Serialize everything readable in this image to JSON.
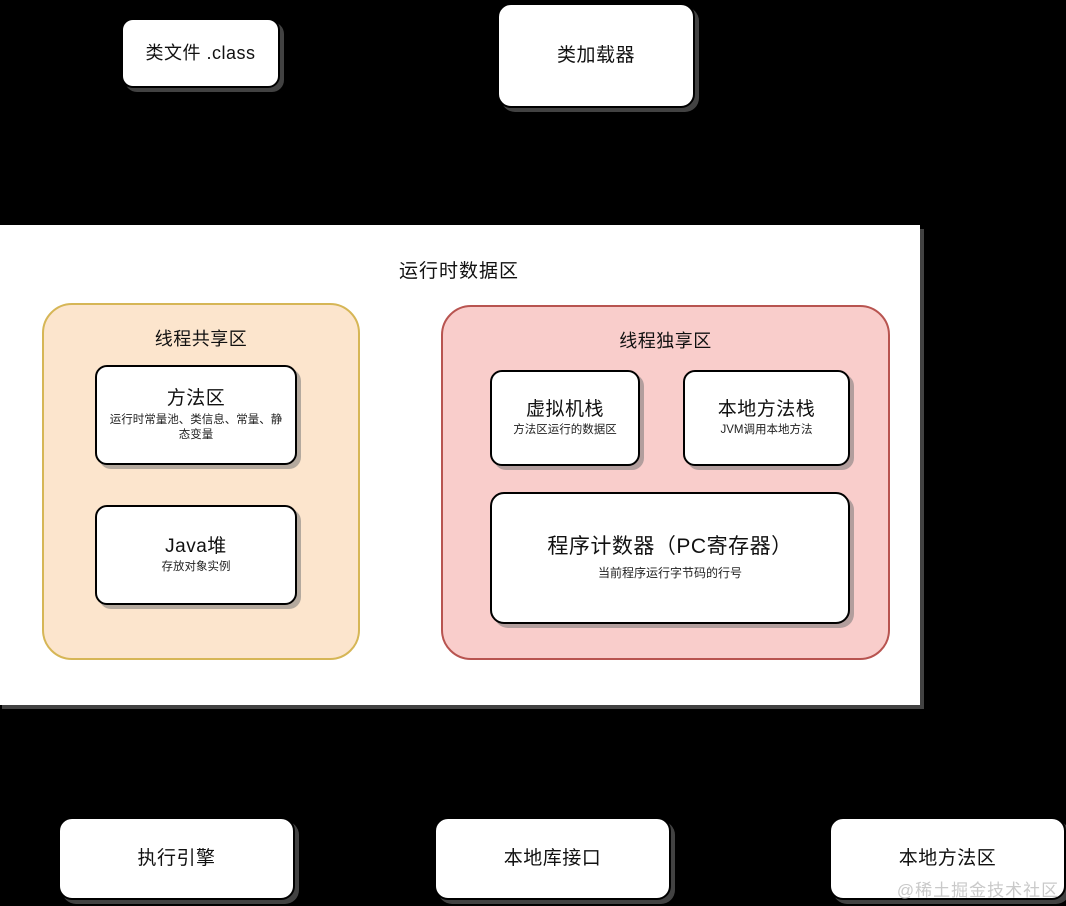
{
  "background_color": "#000000",
  "top_row": {
    "class_file": {
      "title": "类文件  .class"
    },
    "class_loader": {
      "title": "类加载器"
    }
  },
  "runtime_data_area": {
    "title": "运行时数据区",
    "panel_color": "#ffffff",
    "thread_shared_region": {
      "title": "线程共享区",
      "fill_color": "#FCE5CD",
      "border_color": "#D6B656",
      "nodes": [
        {
          "title": "方法区",
          "subtitle": "运行时常量池、类信息、常量、静态变量"
        },
        {
          "title": "Java堆",
          "subtitle": "存放对象实例"
        }
      ]
    },
    "thread_exclusive_region": {
      "title": "线程独享区",
      "fill_color": "#F9CDCB",
      "border_color": "#B85450",
      "nodes": [
        {
          "title": "虚拟机栈",
          "subtitle": "方法区运行的数据区"
        },
        {
          "title": "本地方法栈",
          "subtitle": "JVM调用本地方法"
        },
        {
          "title": "程序计数器（PC寄存器）",
          "subtitle": "当前程序运行字节码的行号"
        }
      ]
    }
  },
  "bottom_row": {
    "execution_engine": {
      "title": "执行引擎"
    },
    "native_library_interface": {
      "title": "本地库接口"
    },
    "native_method_area": {
      "title": "本地方法区"
    }
  },
  "watermark": {
    "text": "@稀土掘金技术社区",
    "color": "#c9c9c9"
  }
}
